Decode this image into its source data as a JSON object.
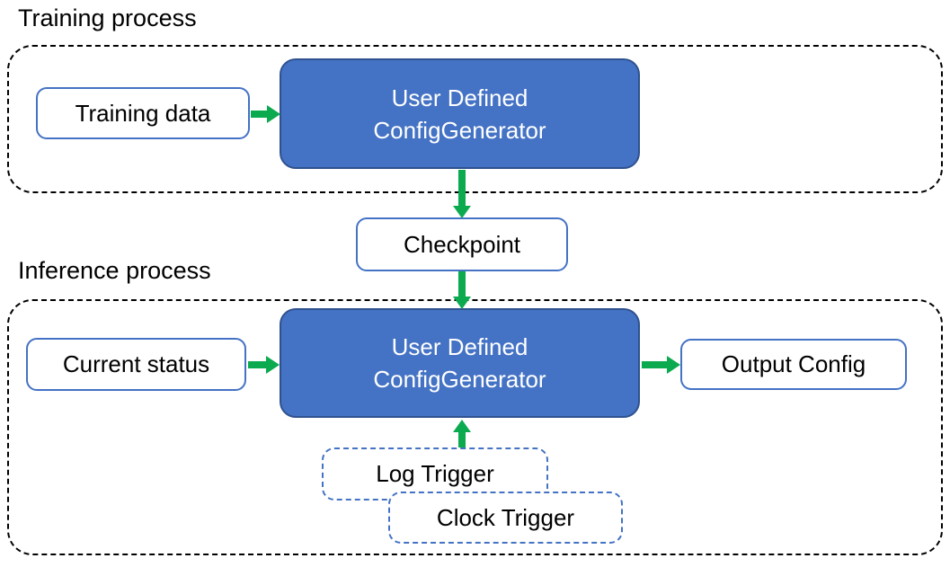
{
  "diagram": {
    "training": {
      "title": "Training process",
      "training_data": "Training data",
      "generator": {
        "line1": "User Defined",
        "line2": "ConfigGenerator"
      }
    },
    "checkpoint": "Checkpoint",
    "inference": {
      "title": "Inference process",
      "current_status": "Current status",
      "generator": {
        "line1": "User Defined",
        "line2": "ConfigGenerator"
      },
      "output_config": "Output Config",
      "log_trigger": "Log Trigger",
      "clock_trigger": "Clock Trigger"
    },
    "colors": {
      "generator_fill": "#4472C4",
      "generator_border": "#2F528F",
      "light_box_border": "#4472C4",
      "trigger_dash_border": "#4472C4",
      "container_dash_border": "#000000",
      "arrow_green": "#0BAA4F",
      "text_black": "#000000",
      "text_white": "#FFFFFF"
    }
  }
}
